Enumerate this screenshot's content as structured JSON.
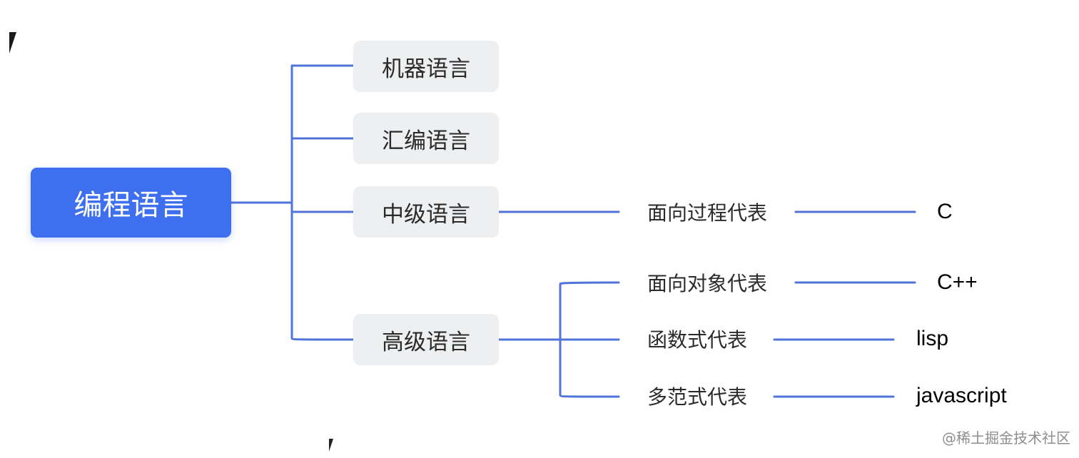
{
  "mindmap": {
    "root": "编程语言",
    "branches": [
      {
        "label": "机器语言"
      },
      {
        "label": "汇编语言"
      },
      {
        "label": "中级语言"
      },
      {
        "label": "高级语言"
      }
    ],
    "leaves": [
      {
        "label": "面向过程代表",
        "example": "C"
      },
      {
        "label": "面向对象代表",
        "example": "C++"
      },
      {
        "label": "函数式代表",
        "example": "lisp"
      },
      {
        "label": "多范式代表",
        "example": "javascript"
      }
    ]
  },
  "watermark": "@稀土掘金技术社区",
  "colors": {
    "root_fill": "#3d6fef",
    "connector": "#4f73d8",
    "branch_fill": "#eeeff0"
  },
  "icons": [
    "cursor-arrow-icon",
    "cursor-arrow-small-icon"
  ]
}
